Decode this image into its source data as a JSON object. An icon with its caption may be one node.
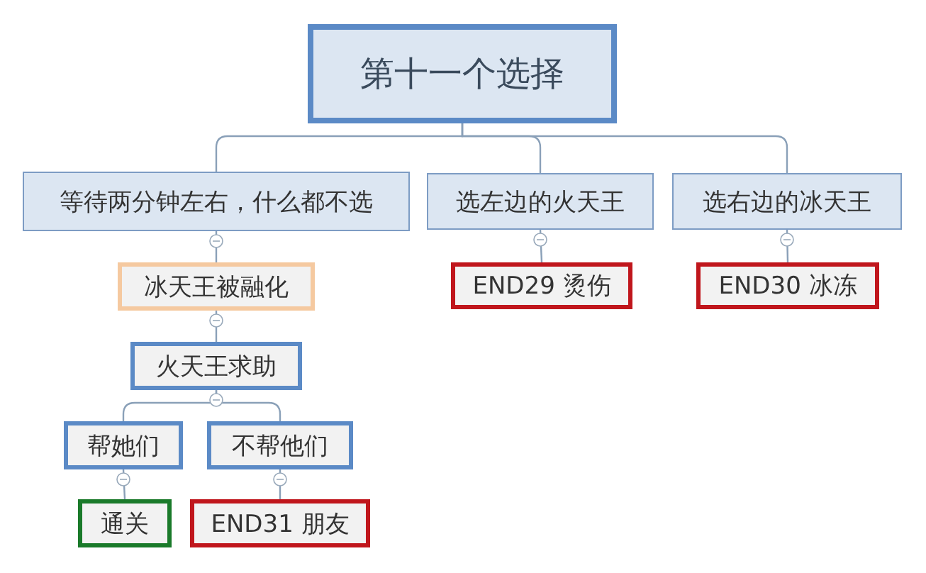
{
  "diagram": {
    "nodes": [
      {
        "text": [
          "第十一个选择"
        ]
      },
      {
        "text": [
          "等待两分钟左右，什么都不选"
        ]
      },
      {
        "text": [
          "选左边的火天王"
        ]
      },
      {
        "text": [
          "选右边的冰天王"
        ]
      },
      {
        "text": [
          "冰天王被融化"
        ]
      },
      {
        "text": [
          "END29 烫伤"
        ]
      },
      {
        "text": [
          "END30 冰冻"
        ]
      },
      {
        "text": [
          "火天王求助"
        ]
      },
      {
        "text": [
          "帮她们"
        ]
      },
      {
        "text": [
          "不帮他们"
        ]
      },
      {
        "text": [
          "通关"
        ]
      },
      {
        "text": [
          "END31 朋友"
        ]
      }
    ],
    "edges": [
      {
        "from": 0,
        "to": 1,
        "arrow": "none"
      },
      {
        "from": 0,
        "to": 2,
        "arrow": "none"
      },
      {
        "from": 0,
        "to": 3,
        "arrow": "none"
      },
      {
        "from": 1,
        "to": 4,
        "arrow": "none"
      },
      {
        "from": 2,
        "to": 5,
        "arrow": "none"
      },
      {
        "from": 3,
        "to": 6,
        "arrow": "none"
      },
      {
        "from": 4,
        "to": 7,
        "arrow": "none"
      },
      {
        "from": 7,
        "to": 8,
        "arrow": "none"
      },
      {
        "from": 7,
        "to": 9,
        "arrow": "none"
      },
      {
        "from": 8,
        "to": 10,
        "arrow": "none"
      },
      {
        "from": 9,
        "to": 11,
        "arrow": "none"
      }
    ]
  }
}
